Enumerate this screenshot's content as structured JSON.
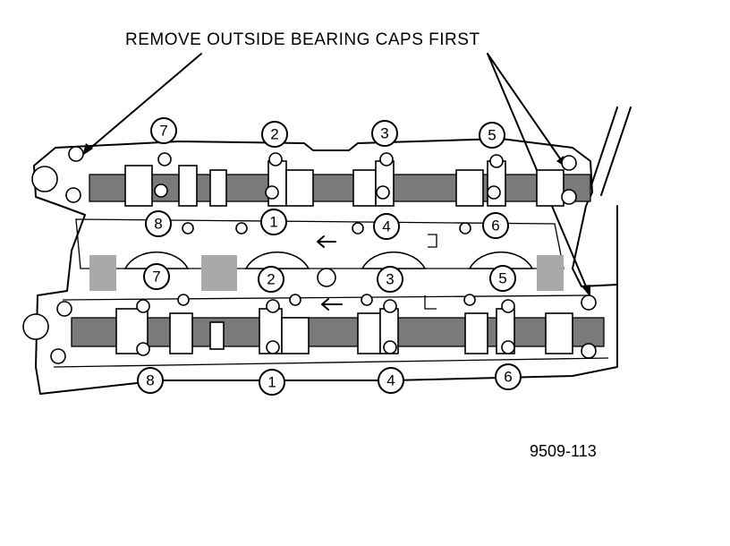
{
  "caption": "REMOVE OUTSIDE BEARING CAPS FIRST",
  "figure_number": "9509-113",
  "intake_upper_labels": [
    "7",
    "2",
    "3",
    "5"
  ],
  "intake_lower_labels": [
    "8",
    "1",
    "4",
    "6"
  ],
  "exhaust_upper_labels": [
    "7",
    "2",
    "3",
    "5"
  ],
  "exhaust_lower_labels": [
    "8",
    "1",
    "4",
    "6"
  ]
}
